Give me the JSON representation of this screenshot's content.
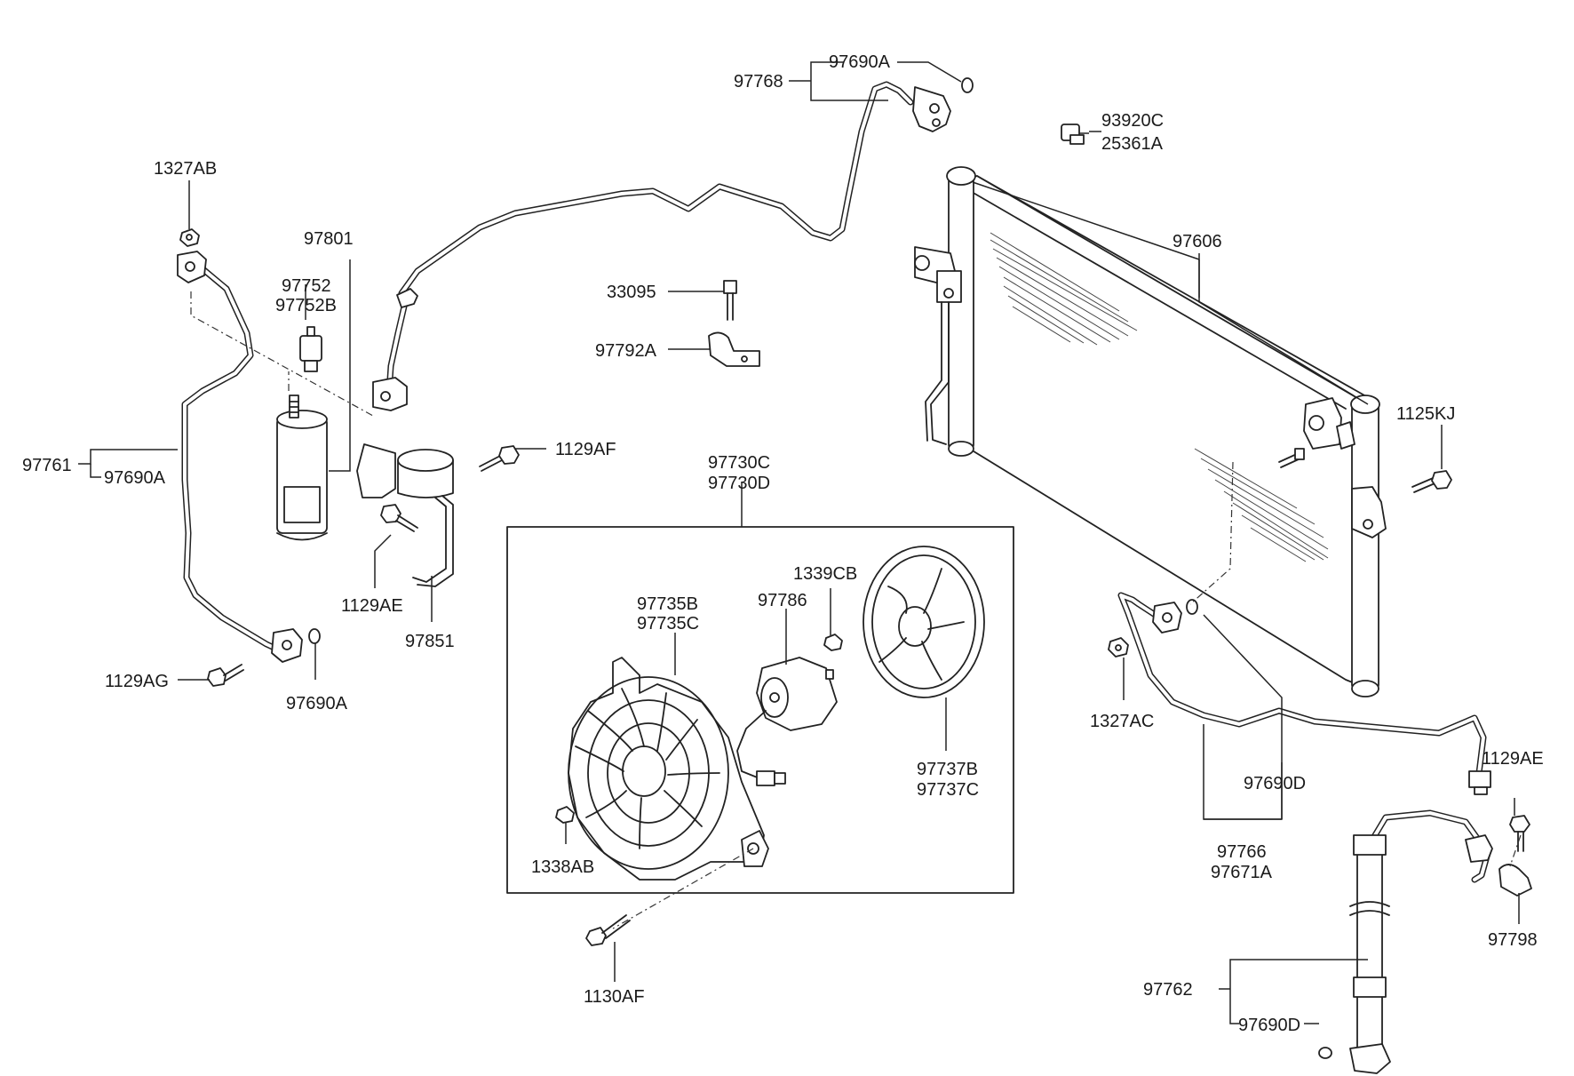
{
  "labels": {
    "p97690A_top": "97690A",
    "p97768": "97768",
    "p93920C": "93920C",
    "p25361A": "25361A",
    "p1327AB": "1327AB",
    "p97801": "97801",
    "p97752": "97752",
    "p97752B": "97752B",
    "p33095": "33095",
    "p97792A": "97792A",
    "p97606": "97606",
    "p1125KJ": "1125KJ",
    "p97761": "97761",
    "p97690A_left": "97690A",
    "p1129AF": "1129AF",
    "p97730C": "97730C",
    "p97730D": "97730D",
    "p1129AE_left": "1129AE",
    "p97851": "97851",
    "p1339CB": "1339CB",
    "p97735B": "97735B",
    "p97735C": "97735C",
    "p97786": "97786",
    "p1129AG": "1129AG",
    "p97690A_bottom": "97690A",
    "p1327AC": "1327AC",
    "p97737B": "97737B",
    "p97737C": "97737C",
    "p1129AE_right": "1129AE",
    "p97690D_mid": "97690D",
    "p97766": "97766",
    "p97671A": "97671A",
    "p1338AB": "1338AB",
    "p1130AF": "1130AF",
    "p97798": "97798",
    "p97762": "97762",
    "p97690D_bottom": "97690D"
  }
}
